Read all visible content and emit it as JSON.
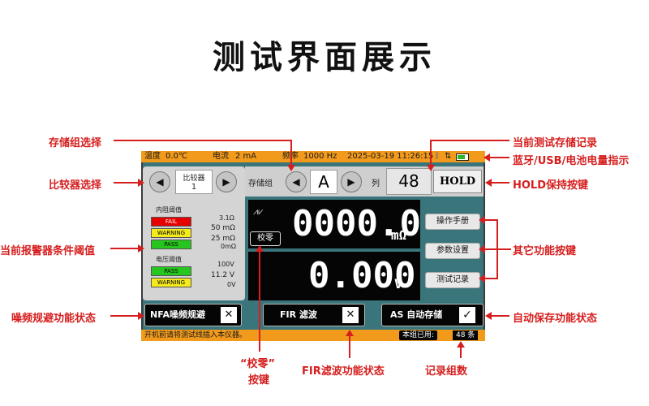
{
  "title": "测试界面展示",
  "status_top": {
    "temp_label": "温度",
    "temp_value": "0.0℃",
    "current_label": "电流",
    "current_value": "2 mA",
    "freq_label": "频率",
    "freq_value": "1000 Hz",
    "datetime": "2025-03-19  11:26:15"
  },
  "comparator": {
    "label": "比较器",
    "value": "1",
    "prev_icon": "chevron-left-icon",
    "next_icon": "chevron-right-icon"
  },
  "resistance_threshold": {
    "label": "内阻阈值",
    "fail_label": "FAIL",
    "fail_value": "3.1Ω",
    "warning_label": "WARNING",
    "warning_value": "50  mΩ",
    "pass_label": "PASS",
    "pass_value": "25  mΩ",
    "min_value": "0mΩ"
  },
  "voltage_threshold": {
    "label": "电压阈值",
    "pass_label": "PASS",
    "pass_value": "100V",
    "warning_label": "WARNING",
    "warning_value": "11.2  V",
    "min_value": "0V"
  },
  "storage": {
    "label": "存储组",
    "value": "A",
    "col_label": "列",
    "col_value": "48",
    "hold_label": "HOLD"
  },
  "measure": {
    "resistance_value": "0000.0",
    "resistance_unit": "mΩ",
    "voltage_value": "0.000",
    "voltage_unit": "V",
    "zero_label": "校零"
  },
  "side_buttons": {
    "manual": "操作手册",
    "params": "参数设置",
    "records": "测试记录"
  },
  "bottom": {
    "nfa_label": "NFA噪频规避",
    "fir_label": "FIR  滤波",
    "as_label": "AS  自动存储",
    "check_mark": "✓"
  },
  "status_bottom": {
    "hint": "开机前请将测试线插入本仪器。",
    "used_label": "本组已用:",
    "used_value": "48",
    "used_unit": "条"
  },
  "annotations": {
    "storage_group_select": "存储组选择",
    "comparator_select": "比较器选择",
    "alarm_threshold": "当前报警器条件阈值",
    "nfa_state": "噪频规避功能状态",
    "current_record": "当前测试存储记录",
    "bt_usb_battery": "蓝牙/USB/电池电量指示",
    "hold_key": "HOLD保持按键",
    "other_keys": "其它功能按键",
    "auto_save_state": "自动保存功能状态",
    "zero_key_line1": "“校零”",
    "zero_key_line2": "按键",
    "fir_state": "FIR滤波功能状态",
    "record_count": "记录组数"
  },
  "colors": {
    "accent": "#f19a1c",
    "annotation": "#d61e1e",
    "teal": "#39757a",
    "fail": "#e60000",
    "warning": "#f5ea1a",
    "pass": "#27c61e"
  }
}
